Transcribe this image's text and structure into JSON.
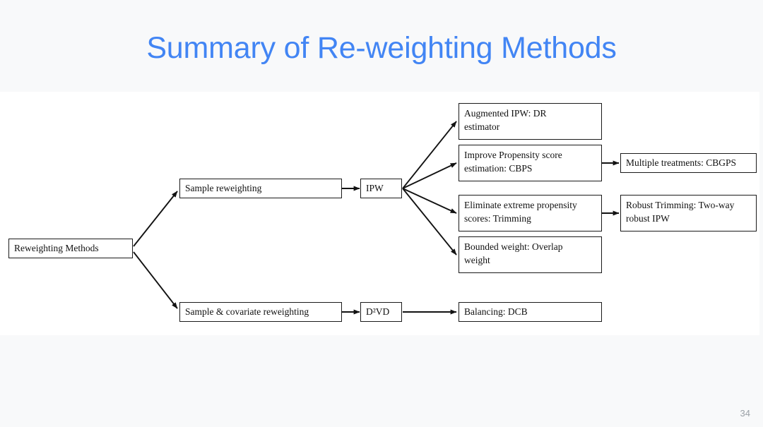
{
  "slide": {
    "title": "Summary of Re-weighting Methods",
    "title_color": "#4285f4",
    "background_color": "#f8f9fa",
    "content_background_color": "#ffffff",
    "page_number": "34"
  },
  "diagram": {
    "type": "flowchart",
    "direction": "left-to-right",
    "nodes": [
      {
        "id": "root",
        "label": "Reweighting Methods"
      },
      {
        "id": "sample",
        "label": "Sample reweighting"
      },
      {
        "id": "samplecov",
        "label": "Sample & covariate reweighting"
      },
      {
        "id": "ipw",
        "label": "IPW"
      },
      {
        "id": "d2vd",
        "label": "D²VD"
      },
      {
        "id": "aipw",
        "label": "Augmented IPW:  DR\nestimator"
      },
      {
        "id": "cbps",
        "label": "Improve Propensity score\nestimation: CBPS"
      },
      {
        "id": "trimming",
        "label": "Eliminate extreme propensity\nscores: Trimming"
      },
      {
        "id": "overlap",
        "label": "Bounded weight: Overlap\nweight"
      },
      {
        "id": "dcb",
        "label": "Balancing: DCB"
      },
      {
        "id": "cbgps",
        "label": "Multiple treatments: CBGPS"
      },
      {
        "id": "robusttrim",
        "label": "Robust Trimming: Two-way\nrobust IPW"
      }
    ],
    "edges": [
      {
        "from": "root",
        "to": "sample"
      },
      {
        "from": "root",
        "to": "samplecov"
      },
      {
        "from": "sample",
        "to": "ipw"
      },
      {
        "from": "samplecov",
        "to": "d2vd"
      },
      {
        "from": "ipw",
        "to": "aipw"
      },
      {
        "from": "ipw",
        "to": "cbps"
      },
      {
        "from": "ipw",
        "to": "trimming"
      },
      {
        "from": "ipw",
        "to": "overlap"
      },
      {
        "from": "d2vd",
        "to": "dcb"
      },
      {
        "from": "cbps",
        "to": "cbgps"
      },
      {
        "from": "trimming",
        "to": "robusttrim"
      }
    ]
  }
}
